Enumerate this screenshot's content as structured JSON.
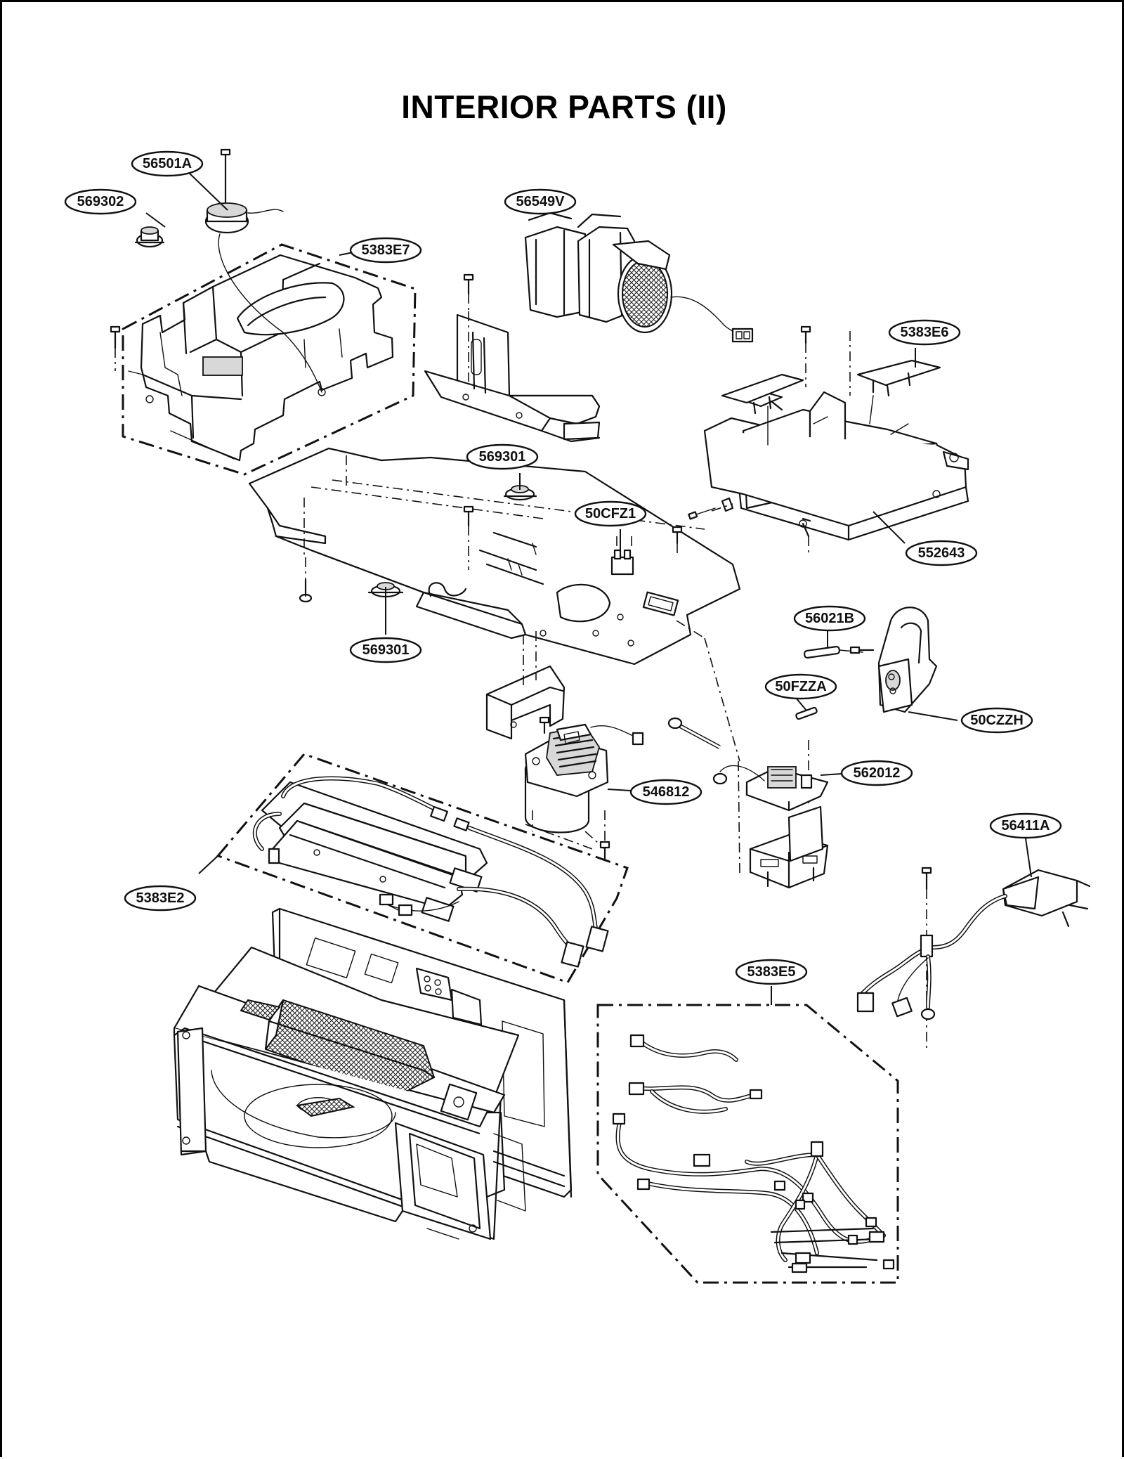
{
  "title": "INTERIOR PARTS (II)",
  "callouts": [
    {
      "id": "c-56501A",
      "label": "56501A"
    },
    {
      "id": "c-569302",
      "label": "569302"
    },
    {
      "id": "c-5383E7",
      "label": "5383E7"
    },
    {
      "id": "c-56549V",
      "label": "56549V"
    },
    {
      "id": "c-5383E6",
      "label": "5383E6"
    },
    {
      "id": "c-569301a",
      "label": "569301"
    },
    {
      "id": "c-50CFZ1",
      "label": "50CFZ1"
    },
    {
      "id": "c-552643",
      "label": "552643"
    },
    {
      "id": "c-569301b",
      "label": "569301"
    },
    {
      "id": "c-56021B",
      "label": "56021B"
    },
    {
      "id": "c-50FZZA",
      "label": "50FZZA"
    },
    {
      "id": "c-50CZZH",
      "label": "50CZZH"
    },
    {
      "id": "c-562012",
      "label": "562012"
    },
    {
      "id": "c-546812",
      "label": "546812"
    },
    {
      "id": "c-56411A",
      "label": "56411A"
    },
    {
      "id": "c-5383E2",
      "label": "5383E2"
    },
    {
      "id": "c-5383E5",
      "label": "5383E5"
    }
  ]
}
